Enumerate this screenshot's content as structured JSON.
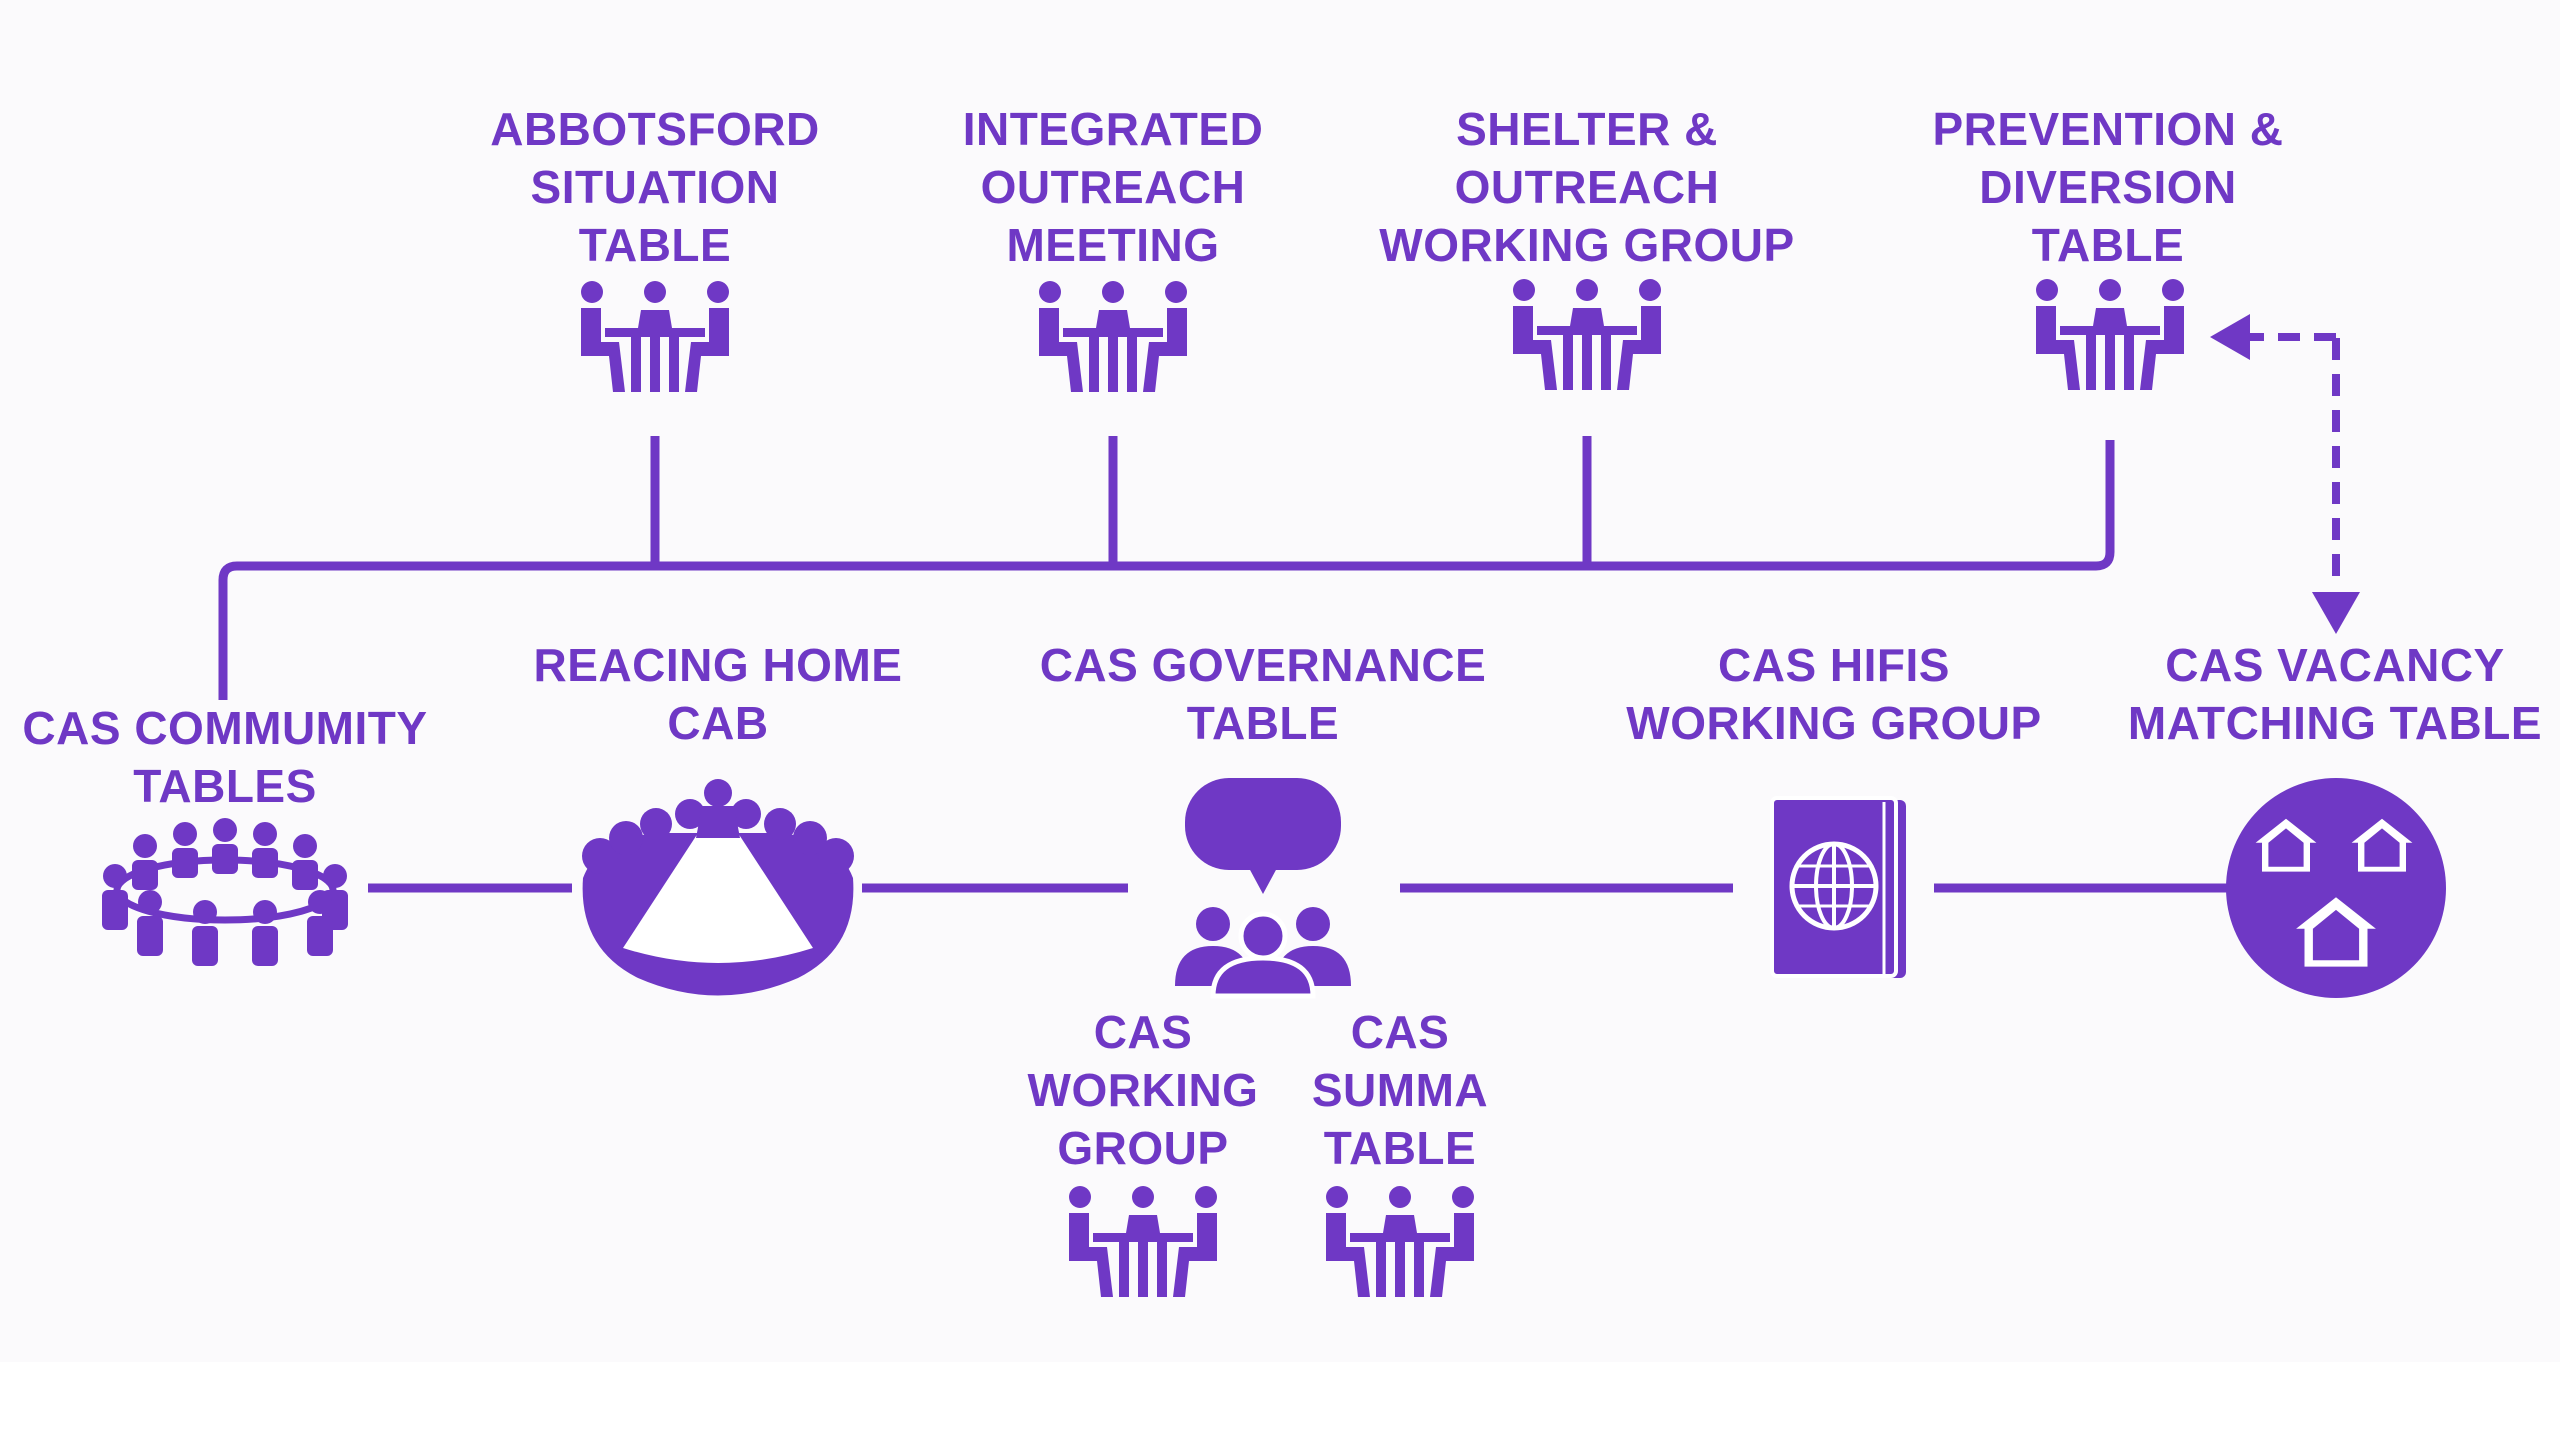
{
  "colors": {
    "accent": "#6f38c5",
    "background": "#fbfafc",
    "icon_detail": "#ffffff"
  },
  "top_tables": [
    {
      "label": "ABBOTSFORD\nSITUATION\nTABLE",
      "icon": "meeting-table-icon"
    },
    {
      "label": "INTEGRATED\nOUTREACH\nMEETING",
      "icon": "meeting-table-icon"
    },
    {
      "label": "SHELTER &\nOUTREACH\nWORKING GROUP",
      "icon": "meeting-table-icon"
    },
    {
      "label": "PREVENTION &\nDIVERSION\nTABLE",
      "icon": "meeting-table-icon"
    }
  ],
  "main_row": [
    {
      "label": "CAS COMMUMITY\nTABLES",
      "icon": "round-table-icon"
    },
    {
      "label": "REACING HOME\nCAB",
      "icon": "boardroom-icon"
    },
    {
      "label": "CAS GOVERNANCE\nTABLE",
      "icon": "speech-group-icon"
    },
    {
      "label": "CAS HIFIS\nWORKING GROUP",
      "icon": "passport-icon"
    },
    {
      "label": "CAS VACANCY\nMATCHING TABLE",
      "icon": "houses-icon"
    }
  ],
  "sub_tables": [
    {
      "label": "CAS\nWORKING\nGROUP",
      "icon": "meeting-table-icon"
    },
    {
      "label": "CAS\nSUMMA\nTABLE",
      "icon": "meeting-table-icon"
    }
  ]
}
